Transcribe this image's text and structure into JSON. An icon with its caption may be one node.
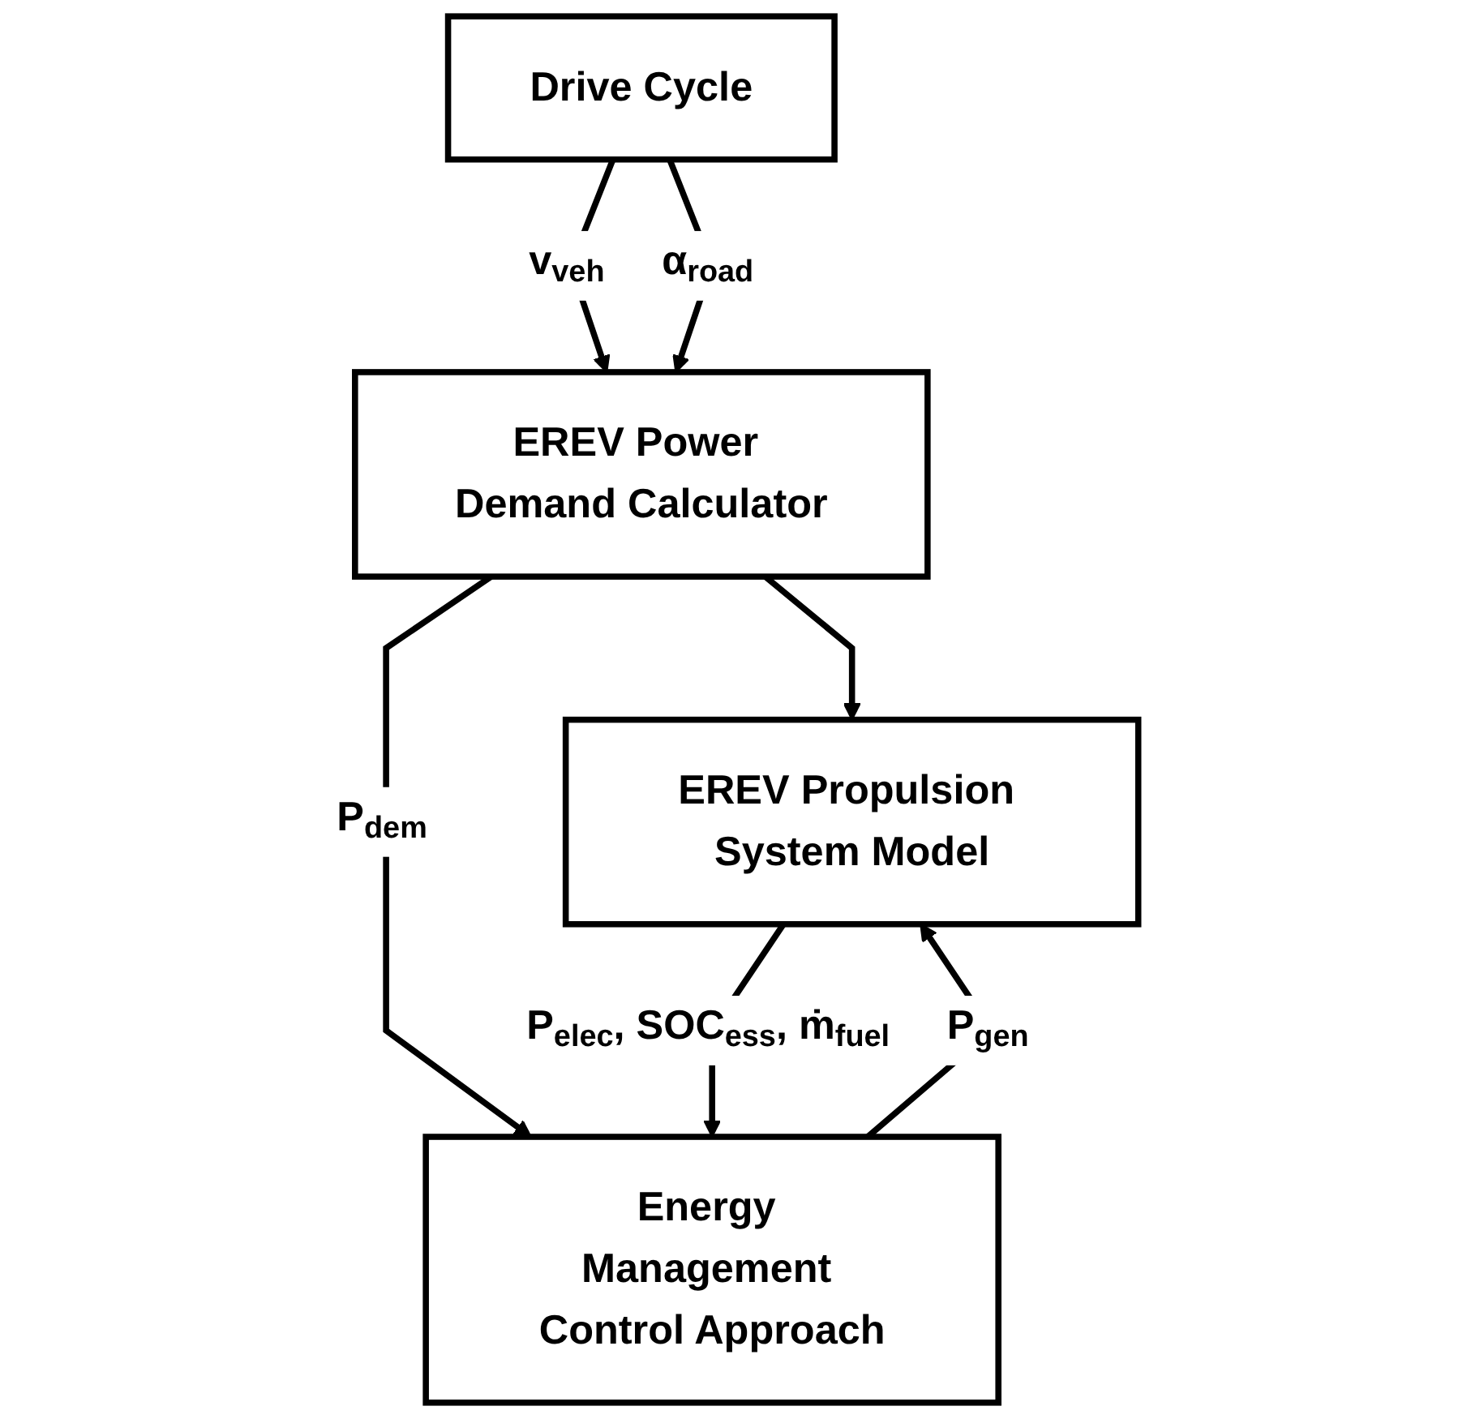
{
  "diagram": {
    "nodes": [
      {
        "text": [
          "Drive Cycle"
        ]
      },
      {
        "text": [
          "EREV Power Demand Calculator"
        ]
      },
      {
        "text": [
          "EREV Propulsion System Model"
        ]
      },
      {
        "text": [
          "Energy Management Control Approach"
        ]
      }
    ],
    "edges": [
      {
        "from": 0,
        "to": 1,
        "arrow": "to",
        "label": "v$_{veh}$"
      },
      {
        "from": 0,
        "to": 1,
        "arrow": "to",
        "label": "α$_{road}$"
      },
      {
        "from": 1,
        "to": 2,
        "arrow": "to"
      },
      {
        "from": 1,
        "to": 3,
        "arrow": "to",
        "label": "P$_{dem}$"
      },
      {
        "from": 3,
        "to": 2,
        "arrow": "to",
        "label": "P$_{gen}$"
      },
      {
        "from": 2,
        "to": 3,
        "arrow": "to",
        "label": "P$_{elec}$, SOC$_{ess}$, ṁ$_{fuel}$"
      }
    ]
  }
}
